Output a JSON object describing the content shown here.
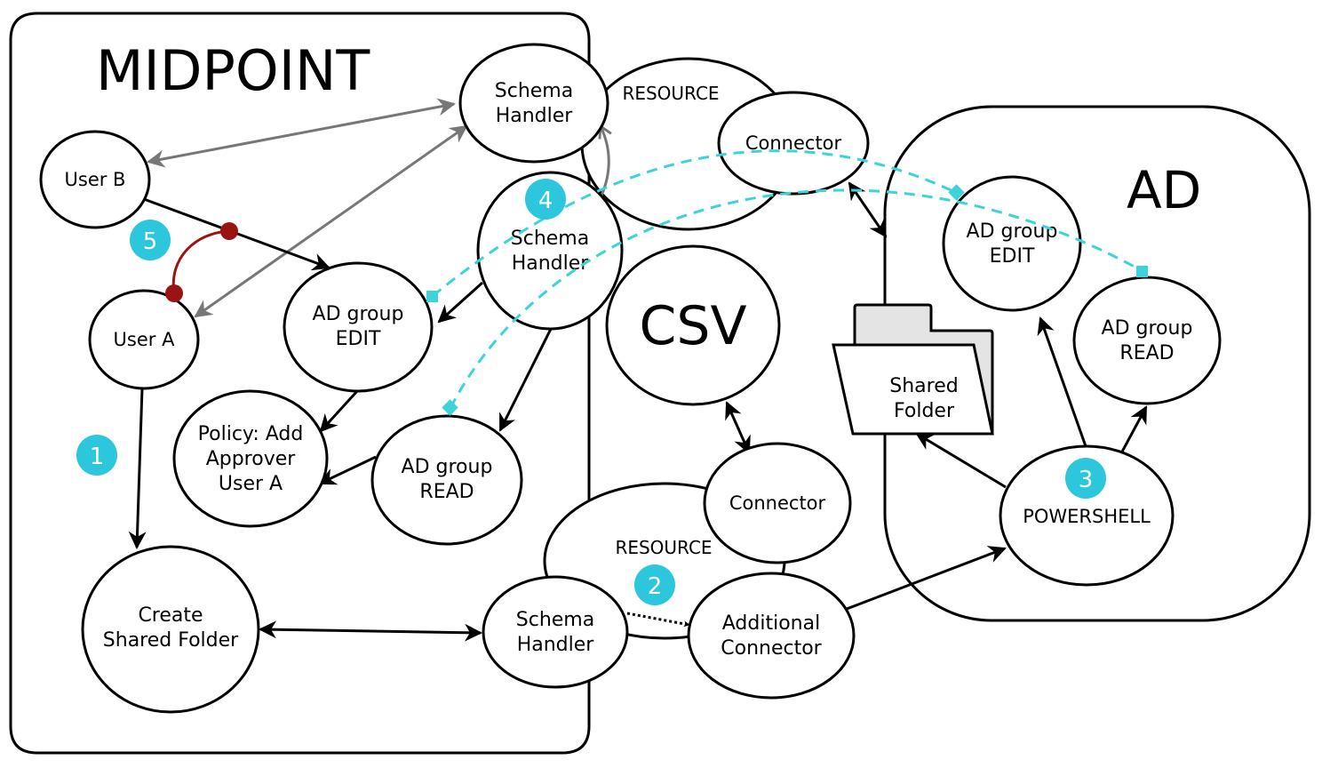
{
  "colors": {
    "badge": "#2cc6dd",
    "cyan_link": "#3ed3d8",
    "red_link": "#9b1414",
    "gray_link": "#777777",
    "folder_back": "#e4e4e4"
  },
  "regions": {
    "midpoint": "MIDPOINT",
    "ad": "AD",
    "csv": "CSV",
    "resource_top": "RESOURCE",
    "resource_bottom": "RESOURCE"
  },
  "nodes": {
    "user_b": [
      "User B"
    ],
    "user_a": [
      "User A"
    ],
    "schema_top": [
      "Schema",
      "Handler"
    ],
    "schema_mid": [
      "Schema",
      "Handler"
    ],
    "schema_bottom": [
      "Schema",
      "Handler"
    ],
    "connector_top": [
      "Connector"
    ],
    "connector_bottom": [
      "Connector"
    ],
    "ad_edit_mid": [
      "AD group",
      "EDIT"
    ],
    "ad_read_mid": [
      "AD group",
      "READ"
    ],
    "policy": [
      "Policy: Add",
      "Approver",
      "User A"
    ],
    "create_folder": [
      "Create",
      "Shared Folder"
    ],
    "additional_connector": [
      "Additional",
      "Connector"
    ],
    "ad_edit_ad": [
      "AD group",
      "EDIT"
    ],
    "ad_read_ad": [
      "AD group",
      "READ"
    ],
    "powershell": [
      "POWERSHELL"
    ],
    "shared_folder": [
      "Shared",
      "Folder"
    ]
  },
  "badges": [
    "1",
    "2",
    "3",
    "4",
    "5"
  ]
}
